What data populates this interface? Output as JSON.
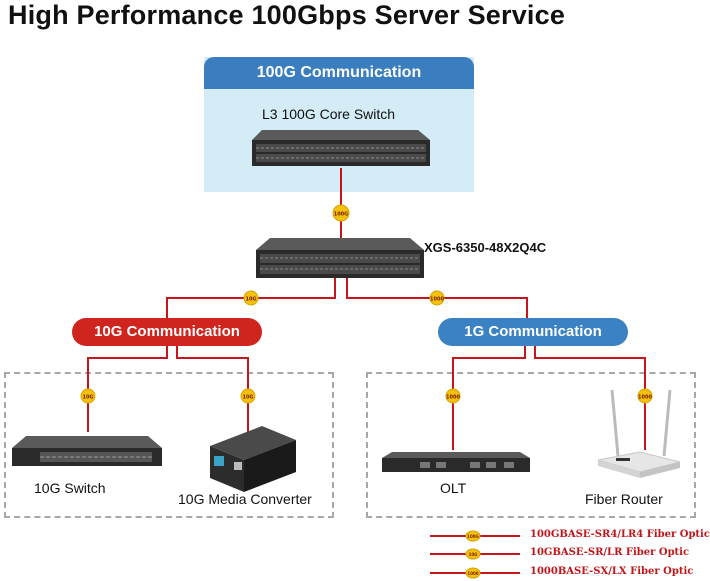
{
  "title": "High Performance 100Gbps Server Service",
  "core_section": {
    "header": "100G Communication",
    "device_label": "L3 100G Core Switch"
  },
  "main_switch_label": "XGS-6350-48X2Q4C",
  "links": {
    "core_uplink_badge": "100G",
    "left_branch_badge": "10G",
    "right_branch_badge": "1000",
    "switch_badge": "10G",
    "converter_badge": "10G",
    "olt_badge": "1000",
    "router_badge": "1000"
  },
  "groups": {
    "ten_g": {
      "header": "10G Communication",
      "devices": [
        "10G Switch",
        "10G Media Converter"
      ]
    },
    "one_g": {
      "header": "1G Communication",
      "devices": [
        "OLT",
        "Fiber Router"
      ]
    }
  },
  "legend": [
    {
      "badge": "100G",
      "label": "100GBASE-SR4/LR4 Fiber Optic"
    },
    {
      "badge": "10G",
      "label": "10GBASE-SR/LR Fiber Optic"
    },
    {
      "badge": "1000",
      "label": "1000BASE-SX/LX Fiber Optic"
    }
  ],
  "colors": {
    "link_red": "#c8151b",
    "badge_yellow": "#f4c20d",
    "core_blue": "#3a7ebf",
    "core_bg": "#d4ecf5",
    "ten_g_red": "#d0241e",
    "one_g_blue": "#3a82c4"
  }
}
